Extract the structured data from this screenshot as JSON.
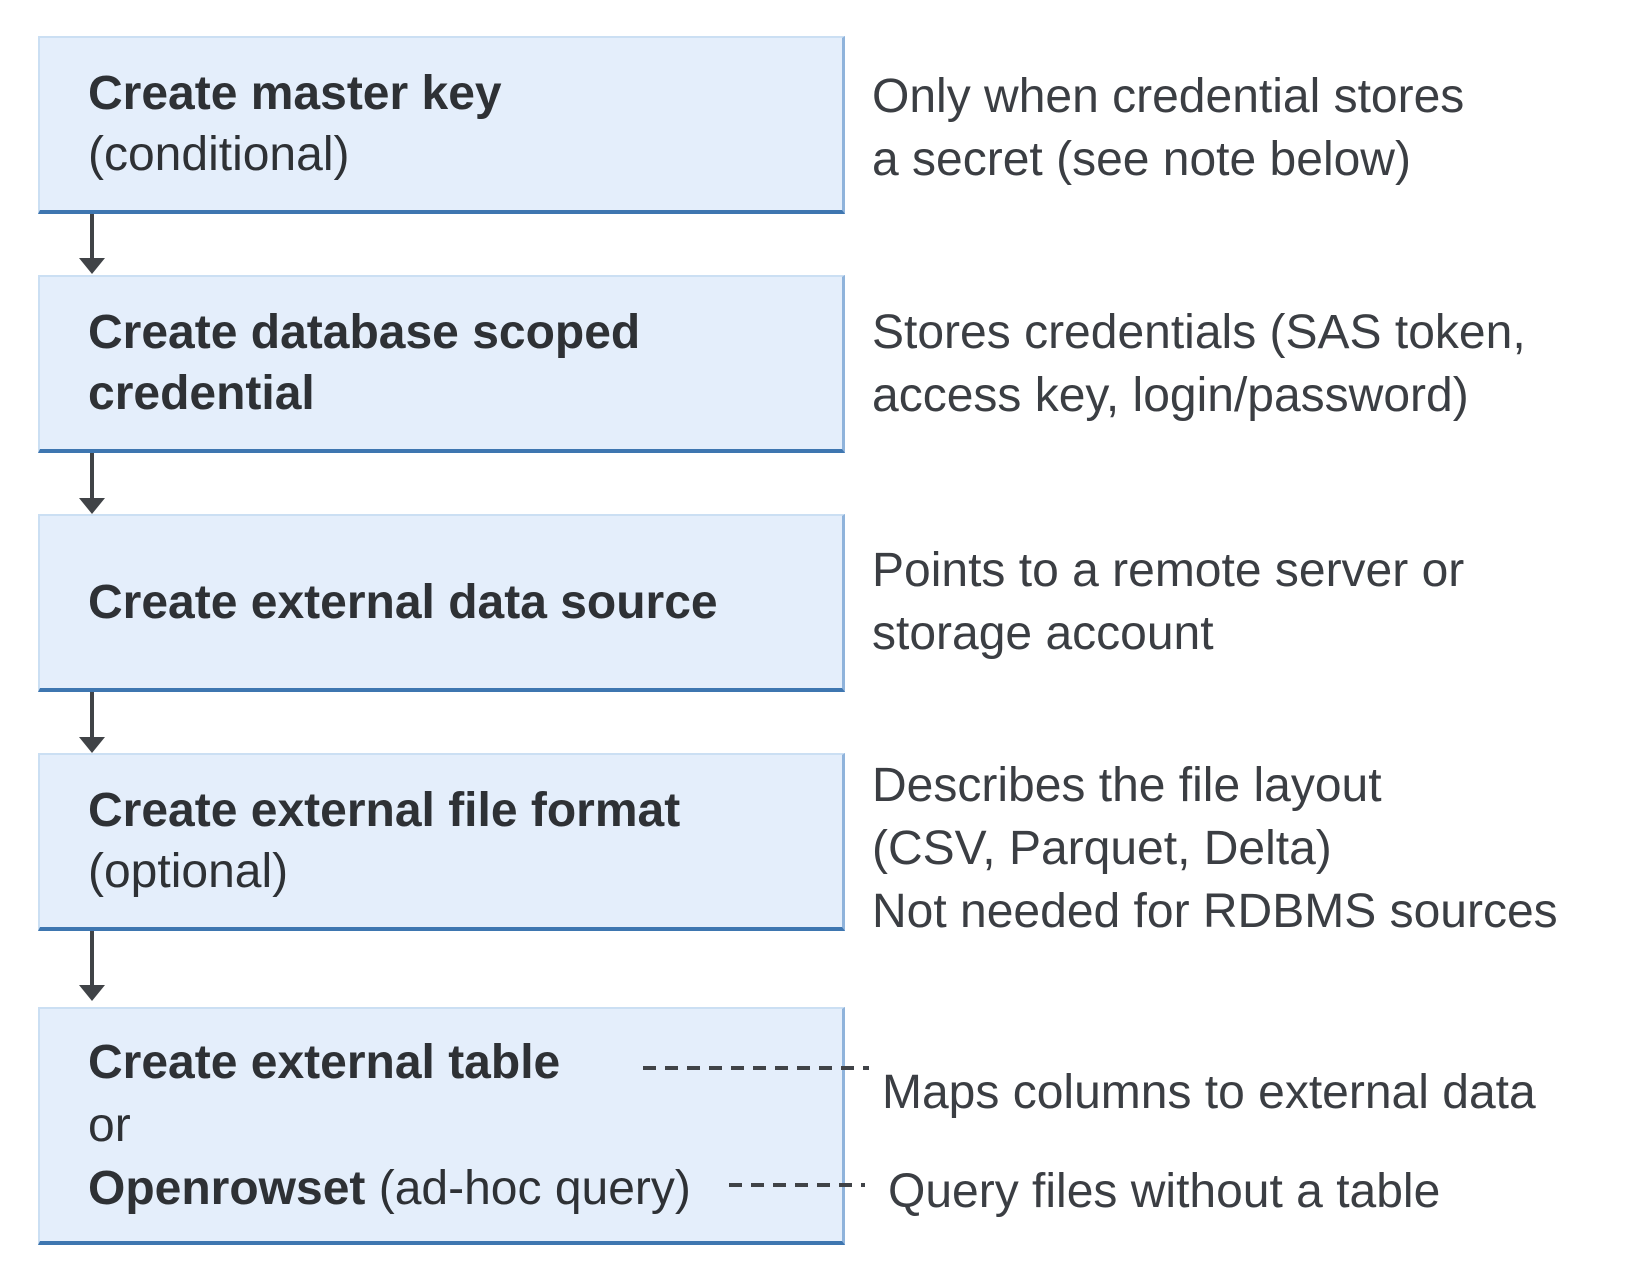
{
  "diagram": {
    "colors": {
      "box_fill": "#E4EEFB",
      "box_border_light": "#CBDFF3",
      "box_border_right": "#8FB3DB",
      "box_border_bottom": "#3E76B0",
      "arrow": "#404347",
      "title_text": "#2E3135",
      "note_text": "#3B3E43"
    },
    "steps": [
      {
        "title": "Create master key",
        "qualifier": "(conditional)",
        "note": "Only when credential stores\na secret (see note below)"
      },
      {
        "title": "Create database scoped\ncredential",
        "qualifier": "",
        "note": "Stores credentials (SAS token,\naccess key, login/password)"
      },
      {
        "title": "Create external data source",
        "qualifier": "",
        "note": "Points to a remote server or\nstorage account"
      },
      {
        "title": "Create external file format",
        "qualifier": "(optional)",
        "note": "Describes the file layout\n(CSV, Parquet, Delta)\nNot needed for RDBMS sources"
      }
    ],
    "final_step": {
      "option1_bold": "Create external table",
      "connector_word": "or",
      "option2_bold": "Openrowset",
      "option2_rest": " (ad-hoc query)",
      "note_option1": "Maps columns to external data",
      "note_option2": "Query files without a table"
    }
  }
}
